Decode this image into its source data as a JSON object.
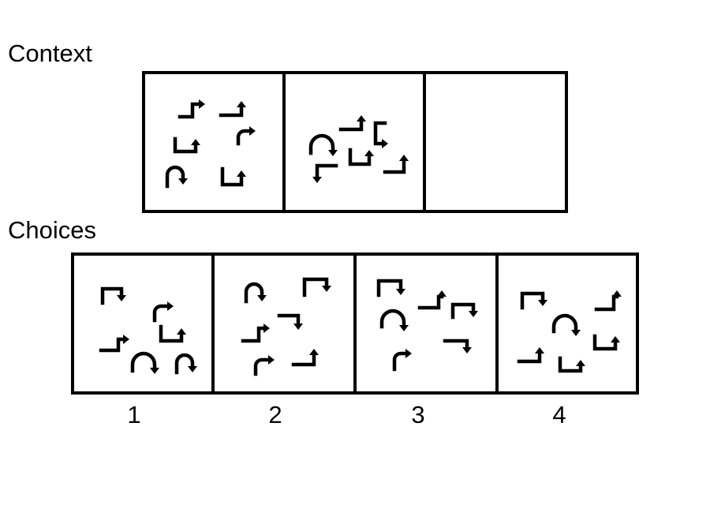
{
  "context": {
    "heading": "Context",
    "panels": [
      {
        "glyphs": [
          "up-left-jog-arrow-icon",
          "elbow-up-arrow-icon",
          "right-turn-arrow-icon",
          "up-hook-arrow-icon",
          "u-turn-down-arrow-icon",
          "up-hook-arrow-icon"
        ]
      },
      {
        "glyphs": [
          "u-turn-down-arrow-icon",
          "elbow-up-arrow-icon",
          "right-hook-arrow-icon",
          "up-hook-arrow-icon",
          "down-left-jog-arrow-icon",
          "up-left-jog-arrow-icon"
        ]
      },
      {
        "glyphs": []
      }
    ]
  },
  "choices": {
    "heading": "Choices",
    "options": [
      {
        "label": "1",
        "glyphs": [
          "down-hook-arrow-icon",
          "right-turn-arrow-icon",
          "up-left-jog-arrow-icon",
          "up-hook-arrow-icon",
          "u-turn-down-arrow-icon",
          "u-turn-down-arrow-icon"
        ]
      },
      {
        "label": "2",
        "glyphs": [
          "u-turn-down-arrow-icon",
          "down-hook-arrow-icon",
          "elbow-down-arrow-icon",
          "up-left-jog-arrow-icon",
          "right-turn-arrow-icon",
          "elbow-up-arrow-icon"
        ]
      },
      {
        "label": "3",
        "glyphs": [
          "down-hook-arrow-icon",
          "up-left-jog-arrow-icon",
          "u-turn-down-arrow-icon",
          "down-hook-arrow-icon",
          "elbow-down-arrow-icon",
          "right-turn-arrow-icon"
        ]
      },
      {
        "label": "4",
        "glyphs": [
          "down-hook-arrow-icon",
          "up-left-jog-arrow-icon",
          "u-turn-down-arrow-icon",
          "up-hook-arrow-icon",
          "elbow-up-arrow-icon",
          "up-hook-arrow-icon"
        ]
      }
    ]
  }
}
